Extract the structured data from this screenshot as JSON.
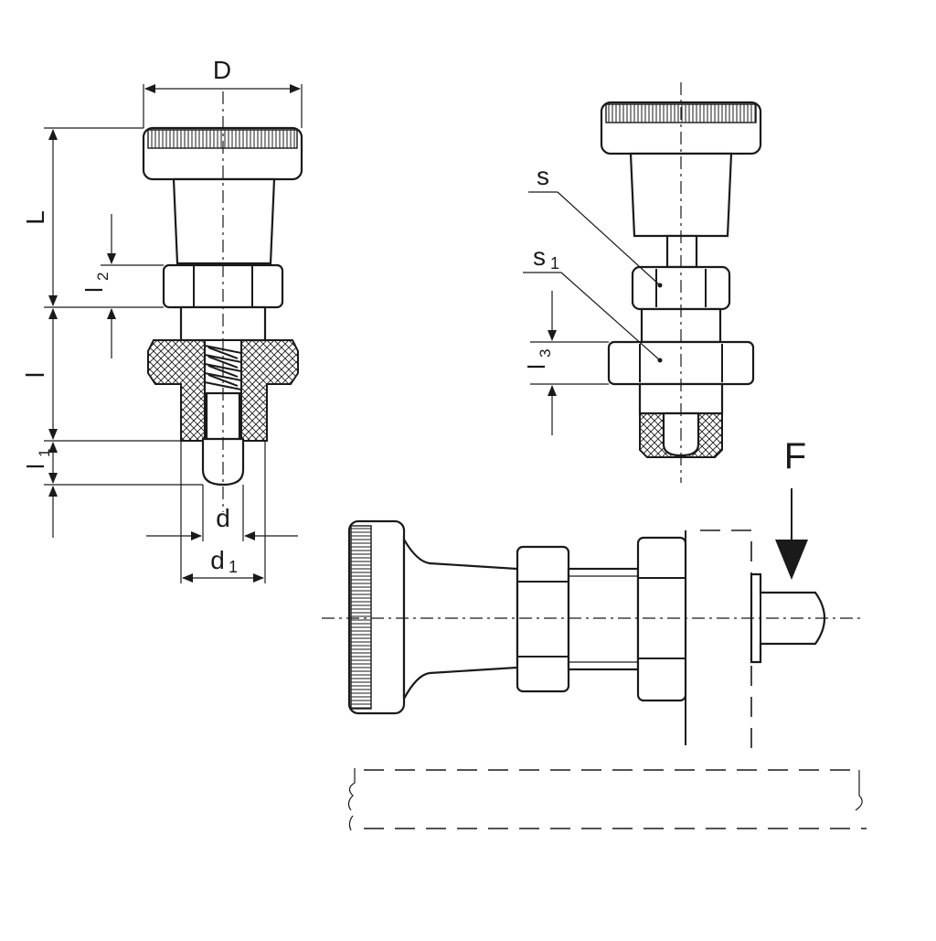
{
  "labels": {
    "D": "D",
    "L": "L",
    "l": "l",
    "l1_base": "l",
    "l1_sub": "1",
    "l2_base": "l",
    "l2_sub": "2",
    "l3_base": "l",
    "l3_sub": "3",
    "d": "d",
    "d1_base": "d",
    "d1_sub": "1",
    "s": "s",
    "s1_base": "s",
    "s1_sub": "1",
    "F": "F"
  },
  "colors": {
    "line": "#1a1a1a",
    "background": "#ffffff"
  }
}
